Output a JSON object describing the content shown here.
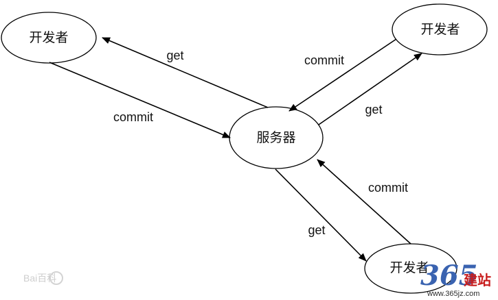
{
  "nodes": {
    "server": "服务器",
    "developer_top_left": "开发者",
    "developer_top_right": "开发者",
    "developer_bottom": "开发者"
  },
  "edges": {
    "tl_get": "get",
    "tl_commit": "commit",
    "tr_commit": "commit",
    "tr_get": "get",
    "b_commit": "commit",
    "b_get": "get"
  },
  "watermarks": {
    "baidu": "Bai百科",
    "site_number": "365",
    "site_word": "建站",
    "site_url": "www.365jz.com"
  }
}
